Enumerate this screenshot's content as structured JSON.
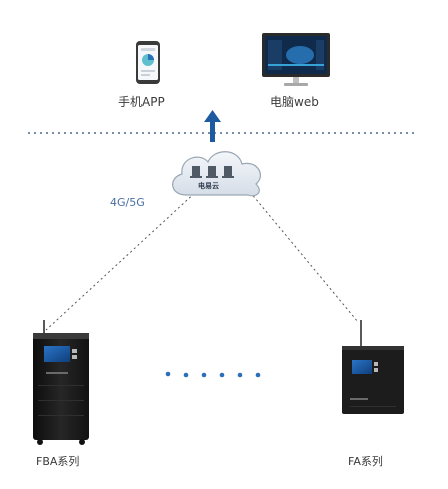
{
  "labels": {
    "mobile_app": "手机APP",
    "computer_web": "电脑web",
    "network": "4G/5G",
    "cloud": "电易云",
    "device_left": "FBA系列",
    "device_right": "FA系列"
  },
  "icons": {
    "phone": "smartphone-icon",
    "monitor": "desktop-monitor-icon",
    "cloud": "cloud-server-icon",
    "upload": "arrow-up-icon",
    "ups_tower": "ups-tower-icon",
    "ups_wall": "wall-mount-inverter-icon"
  },
  "colors": {
    "arrow": "#1e5aa0",
    "dots": "#2a6fb8",
    "device_body": "#1c1c1c",
    "screen": "#1f5fa8"
  }
}
